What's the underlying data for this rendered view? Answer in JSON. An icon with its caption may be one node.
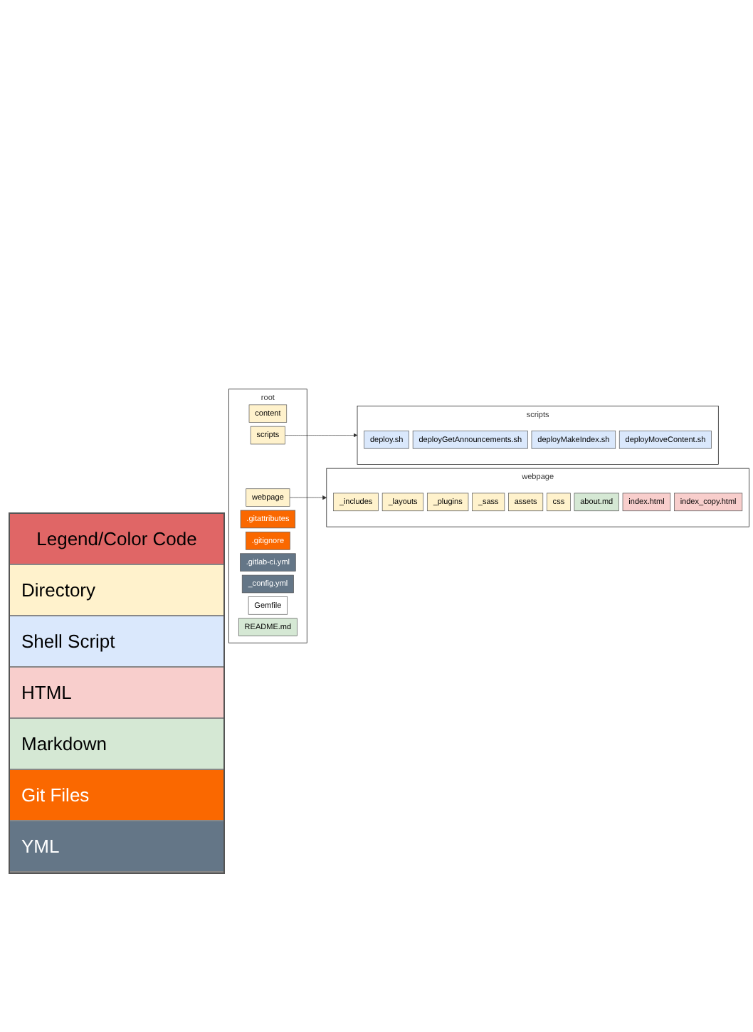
{
  "diagram": {
    "nodes": [
      {
        "text": [
          "root"
        ]
      },
      {
        "text": [
          "content"
        ],
        "in": 0
      },
      {
        "text": [
          "scripts"
        ],
        "in": 0
      },
      {
        "text": [
          "webpage"
        ],
        "in": 0
      },
      {
        "text": [
          ".gitattributes"
        ],
        "in": 0
      },
      {
        "text": [
          ".gitignore"
        ],
        "in": 0
      },
      {
        "text": [
          ".gitlab-ci.yml"
        ],
        "in": 0
      },
      {
        "text": [
          "_config.yml"
        ],
        "in": 0
      },
      {
        "text": [
          "Gemfile"
        ],
        "in": 0
      },
      {
        "text": [
          "README.md"
        ],
        "in": 0
      },
      {
        "text": [
          "scripts"
        ]
      },
      {
        "text": [
          "deploy.sh"
        ],
        "in": 10
      },
      {
        "text": [
          "deployGetAnnouncements.sh"
        ],
        "in": 10
      },
      {
        "text": [
          "deployMakeIndex.sh"
        ],
        "in": 10
      },
      {
        "text": [
          "deployMoveContent.sh"
        ],
        "in": 10
      },
      {
        "text": [
          "webpage"
        ]
      },
      {
        "text": [
          "_includes"
        ],
        "in": 15
      },
      {
        "text": [
          "_layouts"
        ],
        "in": 15
      },
      {
        "text": [
          "_plugins"
        ],
        "in": 15
      },
      {
        "text": [
          "_sass"
        ],
        "in": 15
      },
      {
        "text": [
          "assets"
        ],
        "in": 15
      },
      {
        "text": [
          "css"
        ],
        "in": 15
      },
      {
        "text": [
          "about.md"
        ],
        "in": 15
      },
      {
        "text": [
          "index.html"
        ],
        "in": 15
      },
      {
        "text": [
          "index_copy.html"
        ],
        "in": 15
      }
    ],
    "edges": [
      {
        "from": 2,
        "to": 10,
        "arrow": "to"
      },
      {
        "from": 3,
        "to": 15,
        "arrow": "to"
      }
    ],
    "labels": [
      "Legend/Color Code"
    ],
    "legend": [
      {
        "text": "Directory",
        "color": "#fff2cc"
      },
      {
        "text": "Shell Script",
        "color": "#dae8fc"
      },
      {
        "text": "HTML",
        "color": "#f8cecc"
      },
      {
        "text": "Markdown",
        "color": "#d5e8d4"
      },
      {
        "text": "Git Files",
        "color": "#fa6800"
      },
      {
        "text": "YML",
        "color": "#647687"
      }
    ]
  }
}
